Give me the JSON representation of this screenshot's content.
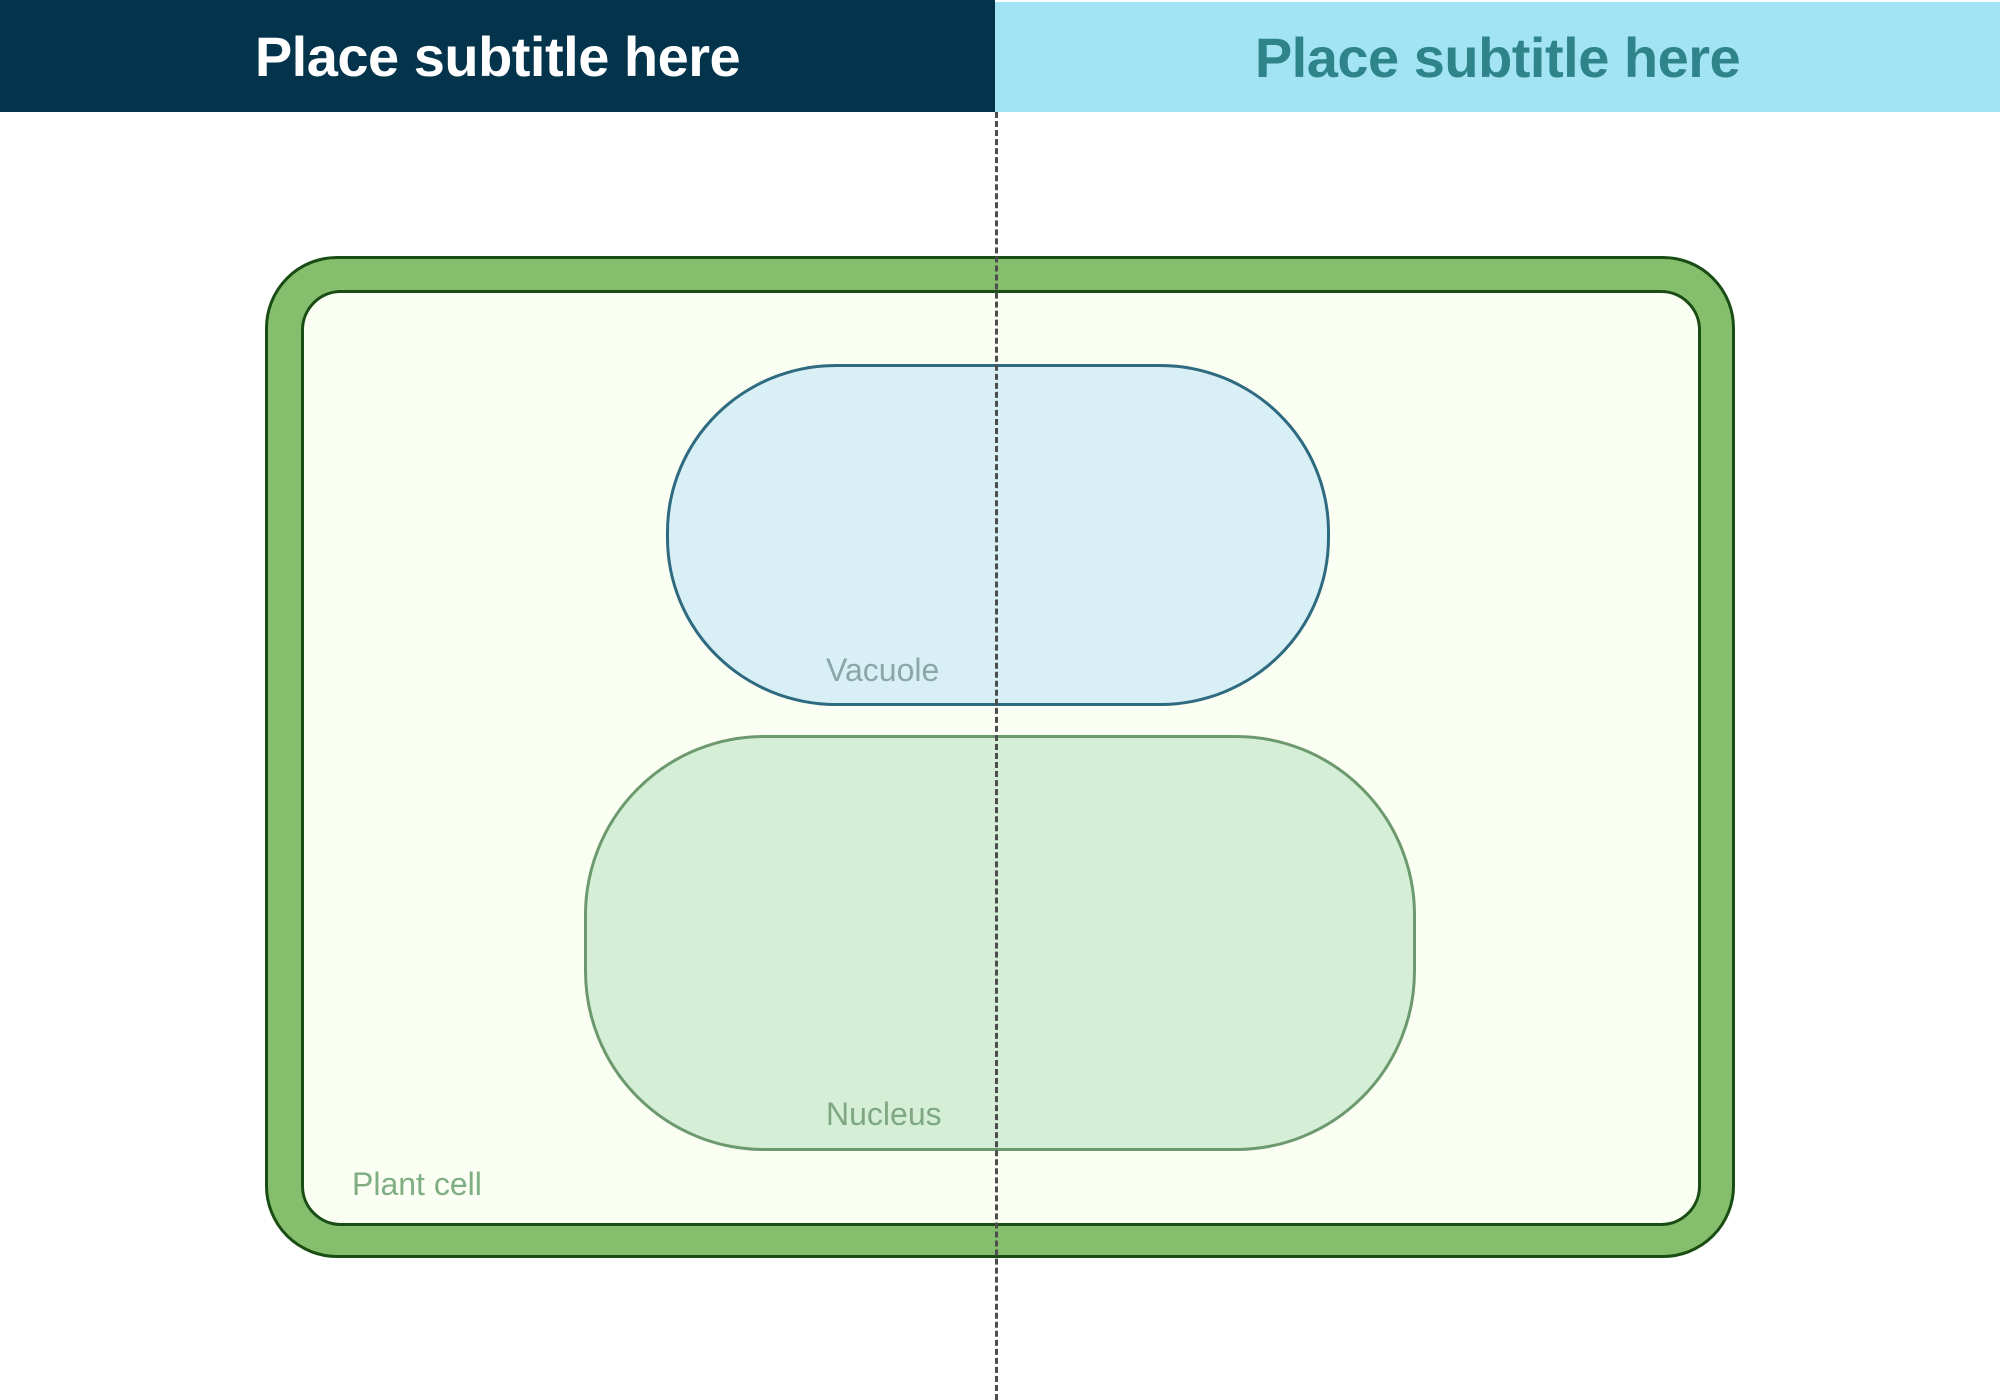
{
  "header": {
    "left_subtitle": "Place subtitle here",
    "right_subtitle": "Place subtitle here"
  },
  "diagram": {
    "cell_label": "Plant cell",
    "vacuole_label": "Vacuole",
    "nucleus_label": "Nucleus"
  },
  "colors": {
    "header_left_bg": "#04344b",
    "header_right_bg": "#a2e4f4",
    "header_right_text": "#2e8489",
    "cell_wall": "#85bf6d",
    "cell_outline": "#1a4d14",
    "cytoplasm": "#fbfef2",
    "vacuole_fill": "#d8eff6",
    "vacuole_stroke": "#2e6a80",
    "nucleus_fill": "#d5efd6",
    "nucleus_stroke": "#6c9a6e",
    "divider": "#4d4d4d"
  }
}
